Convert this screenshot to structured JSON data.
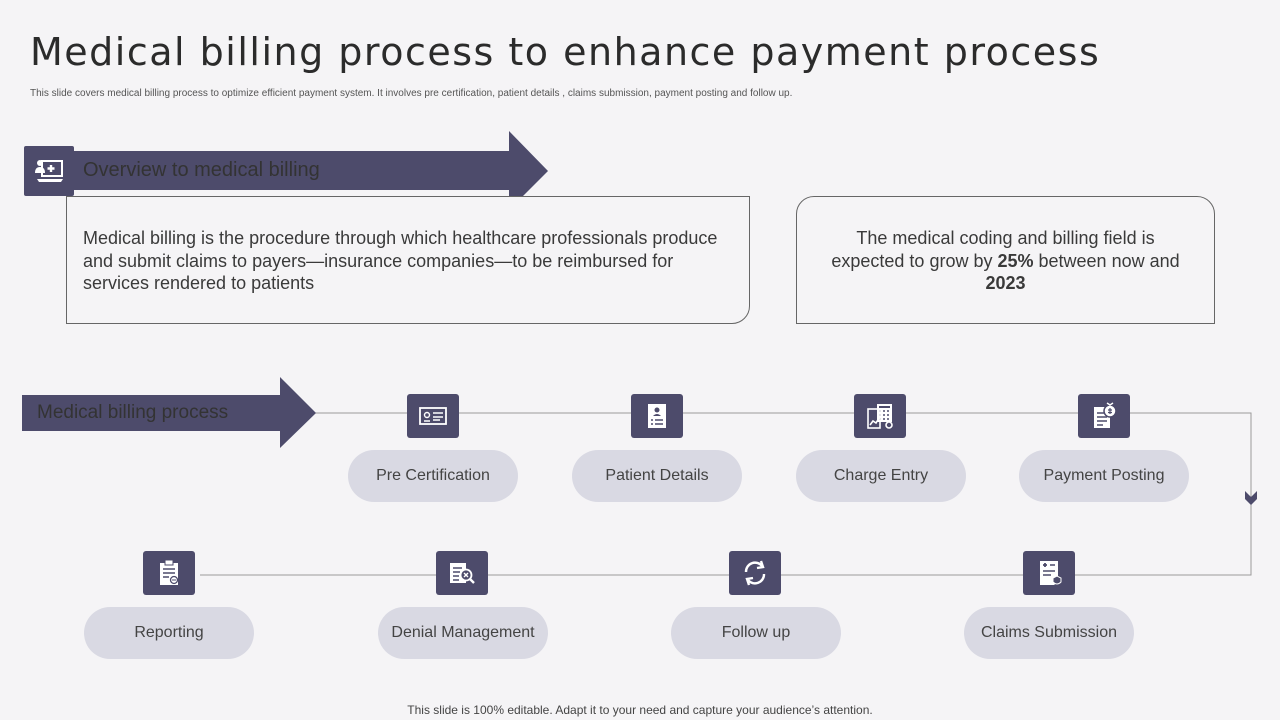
{
  "header": {
    "title": "Medical billing process to enhance payment process",
    "subtitle": "This slide covers medical billing  process to optimize efficient payment system. It involves pre certification, patient details , claims submission, payment posting and follow up."
  },
  "overview": {
    "banner": "Overview to medical billing",
    "description": "Medical billing is the procedure through which healthcare professionals produce and submit claims to payers—insurance companies—to be reimbursed for services rendered to patients",
    "growth_text_1": "The medical coding and billing field is expected to grow by ",
    "growth_percent": "25%",
    "growth_text_2": " between now and ",
    "growth_year": "2023"
  },
  "process": {
    "banner": "Medical billing process",
    "steps": [
      {
        "label": "Pre Certification",
        "icon": "id-card-icon"
      },
      {
        "label": "Patient Details",
        "icon": "patient-file-icon"
      },
      {
        "label": "Charge Entry",
        "icon": "calculator-chart-icon"
      },
      {
        "label": "Payment Posting",
        "icon": "payment-document-icon"
      },
      {
        "label": "Claims Submission",
        "icon": "medical-claim-icon"
      },
      {
        "label": "Follow up",
        "icon": "refresh-icon"
      },
      {
        "label": "Denial Management",
        "icon": "document-search-icon"
      },
      {
        "label": "Reporting",
        "icon": "clipboard-report-icon"
      }
    ]
  },
  "footer": {
    "note": "This slide is 100% editable. Adapt it to your need and capture your audience’s attention."
  },
  "colors": {
    "accent": "#4d4b6b",
    "pill": "#d9d9e3",
    "background": "#f5f4f6"
  }
}
